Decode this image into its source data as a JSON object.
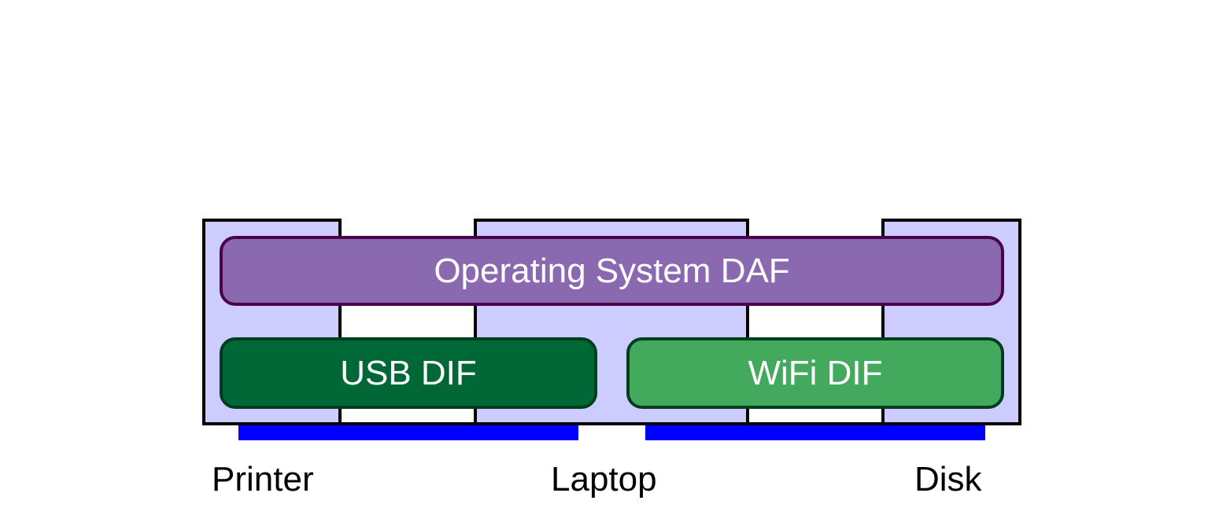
{
  "diagram": {
    "devices": [
      {
        "id": "printer",
        "label": "Printer"
      },
      {
        "id": "laptop",
        "label": "Laptop"
      },
      {
        "id": "disk",
        "label": "Disk"
      }
    ],
    "layers": {
      "daf": {
        "label": "Operating System DAF",
        "fill": "#8b69b0",
        "border": "#4b004b"
      },
      "usb": {
        "label": "USB DIF",
        "fill": "#006837",
        "border": "#003d1f"
      },
      "wifi": {
        "label": "WiFi DIF",
        "fill": "#43a95d",
        "border": "#003d1f"
      }
    },
    "colors": {
      "device_fill": "#ccccff",
      "device_border": "#000000",
      "link": "#0000ff"
    }
  }
}
